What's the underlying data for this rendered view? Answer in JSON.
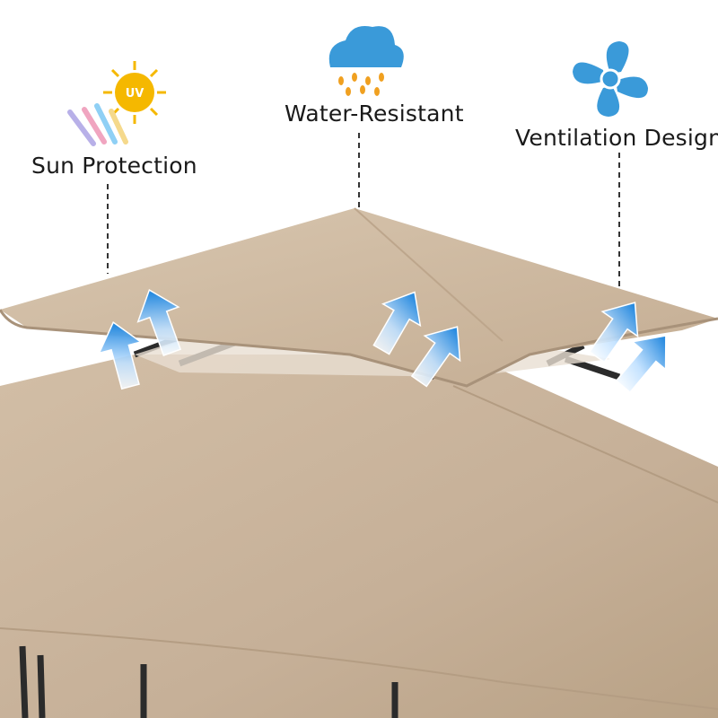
{
  "features": [
    {
      "id": "sun",
      "label": "Sun Protection",
      "icon": "uv-sun-icon",
      "badge": "UV",
      "color": "#f5b800"
    },
    {
      "id": "water",
      "label": "Water-Resistant",
      "icon": "rain-cloud-icon",
      "color": "#3a9ad9"
    },
    {
      "id": "vent",
      "label": "Ventilation Design",
      "icon": "fan-icon",
      "color": "#3a9ad9"
    }
  ],
  "colors": {
    "canopy": "#c9b39a",
    "canopy_light": "#d6c2aa",
    "canopy_dark": "#a8927a",
    "frame": "#2b2b2b",
    "airflow_arrow": "#2a8ce0"
  }
}
